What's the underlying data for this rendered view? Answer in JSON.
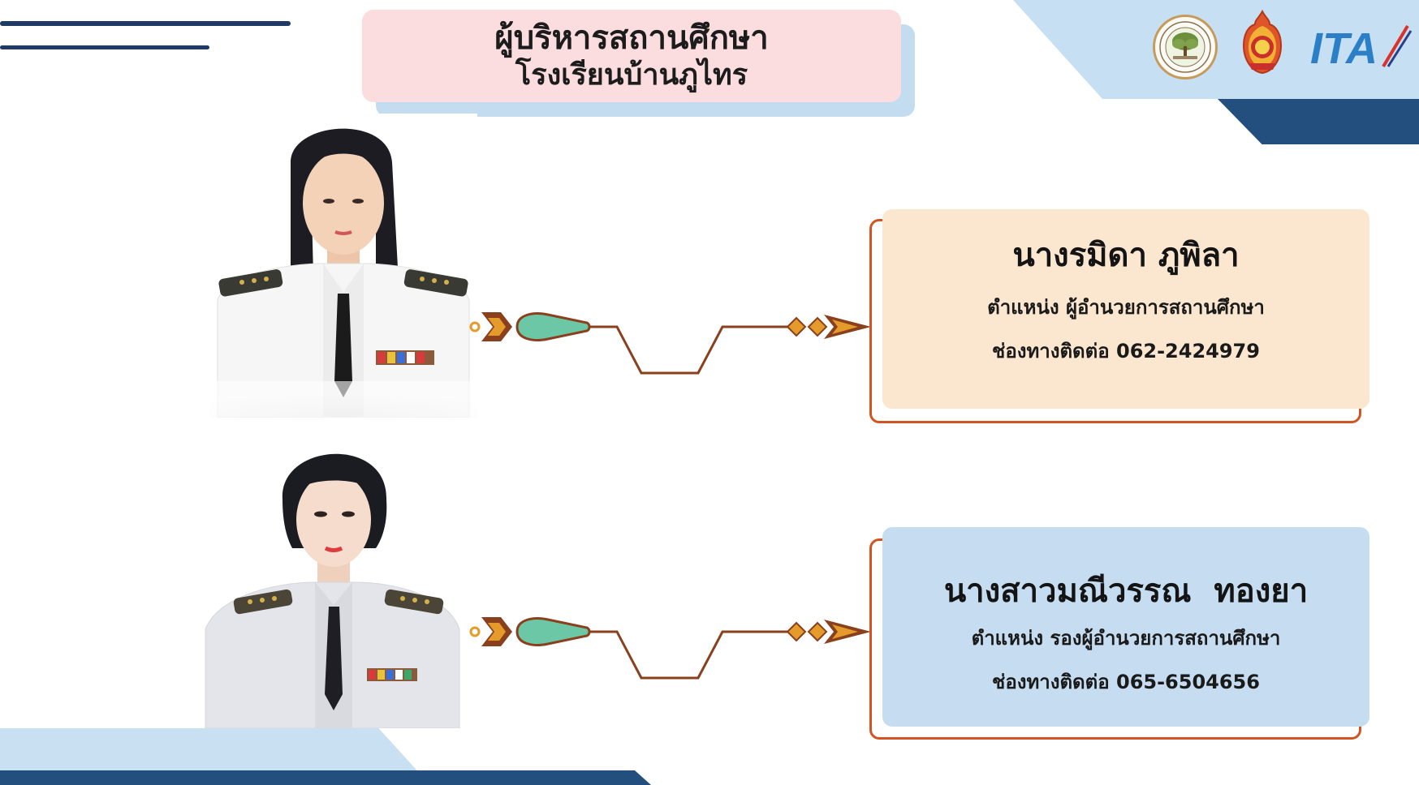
{
  "header": {
    "title_line1": "ผู้บริหารสถานศึกษา",
    "title_line2": "โรงเรียนบ้านภูไทร"
  },
  "logos": [
    {
      "icon": "school-emblem-icon"
    },
    {
      "icon": "obec-emblem-icon"
    },
    {
      "label": "ITA"
    }
  ],
  "executives": [
    {
      "name": "นางรมิดา ภูพิลา",
      "position": "ตำแหน่ง ผู้อำนวยการสถานศึกษา",
      "contact": "ช่องทางติดต่อ 062-2424979",
      "card_color": "#fbe7cf"
    },
    {
      "name": "นางสาวมณีวรรณ  ทองยา",
      "position": "ตำแหน่ง รองผู้อำนวยการสถานศึกษา",
      "contact": "ช่องทางติดต่อ 065-6504656",
      "card_color": "#c6ddf1"
    }
  ],
  "colors": {
    "navy": "#234f7e",
    "light_blue": "#c6dff2",
    "pink": "#fbdde0",
    "orange_border": "#d35322",
    "arrow_brown": "#8a3f1d",
    "arrow_gold": "#e59a2c",
    "teal": "#6cc7a6"
  }
}
